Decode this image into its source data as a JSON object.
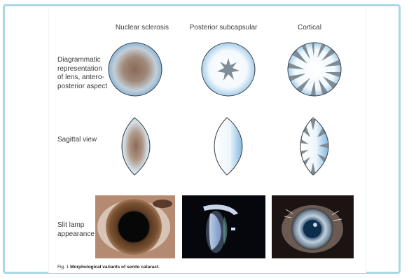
{
  "columns": [
    "Nuclear sclerosis",
    "Posterior subcapsular",
    "Cortical"
  ],
  "rows": {
    "diagram": [
      "Diagrammatic",
      "representation",
      "of lens, antero-",
      "posterior aspect"
    ],
    "sagittal": [
      "Sagittal view"
    ],
    "slitlamp": [
      "Slit lamp",
      "appearance"
    ]
  },
  "caption": {
    "label": "Fig. 1",
    "text": "Morphological variants of senile cataract."
  },
  "colors": {
    "frame": "#a9d7e6",
    "lens_light": "#ffffff",
    "lens_blue": "#8ec3e6",
    "opacity_gray": "#7d8c96",
    "nuclear_brown": "#8a7060"
  }
}
